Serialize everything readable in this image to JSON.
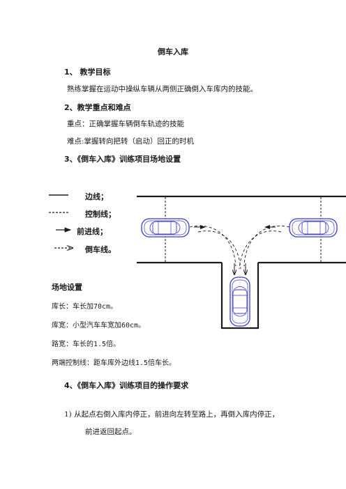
{
  "title": "倒车入库",
  "sections": {
    "s1_heading": "1、  教学目标",
    "s1_text": "熟练掌握在运动中操纵车辆从两侧正确倒入车库内的技能。",
    "s2_heading": "2、教学重点和难点",
    "s2_key": "重点：正确掌握车辆倒车轨迹的技能",
    "s2_difficulty": "难点:掌握转向把转（启动）回正的时机",
    "s3_heading": "3、《倒车入库》训练项目场地设置",
    "s4_heading": "4、《倒车入库》训练项目的操作要求",
    "s4_item1_line1": "1)  从起点右倒入库内停正，前进向左转至路上，再倒入库内停正，",
    "s4_item1_line2": "前进返回起点。"
  },
  "legend": {
    "side_line": "边线；",
    "control_line": "控制线；",
    "forward_line": "前进线；",
    "reverse_line": "倒车线。"
  },
  "site": {
    "heading": "场地设置",
    "length": "库长：车长加70cm。",
    "width": "库宽：小型汽车车宽加60cm。",
    "road": "路宽：车长的1.5倍。",
    "control": "两端控制线：距车库外边线1.5倍车长。"
  },
  "colors": {
    "text": "#1a1a1a",
    "car_outline": "#3a3ac8"
  }
}
